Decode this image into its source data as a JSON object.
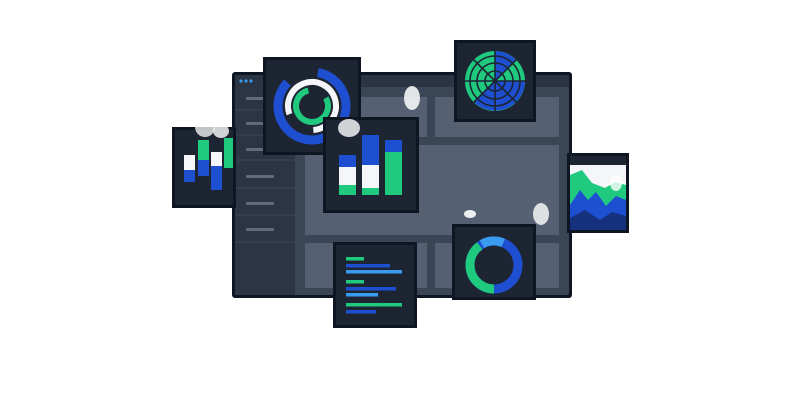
{
  "illustration": {
    "subject": "dashboard-window-with-floating-chart-cards",
    "colors": {
      "outline": "#0e1624",
      "window_frame": "#2f3947",
      "window_body": "#3a4555",
      "panel": "#556172",
      "card_bg": "#1d2533",
      "accent_blue": "#1f4fd1",
      "accent_green": "#1fca7f",
      "accent_light": "#f4f6fa",
      "accent_sky": "#3a9bf0"
    },
    "window": {
      "dots": [
        "dot-1",
        "dot-2",
        "dot-3"
      ],
      "sidebar_rows": 4
    },
    "cards": [
      {
        "name": "radial-progress-card",
        "icon": "radial-progress-chart-icon"
      },
      {
        "name": "polar-chart-card",
        "icon": "polar-area-chart-icon"
      },
      {
        "name": "bar-chart-card",
        "icon": "bar-chart-icon"
      },
      {
        "name": "column-strip-card",
        "icon": "column-strip-chart-icon"
      },
      {
        "name": "area-chart-card",
        "icon": "area-chart-icon"
      },
      {
        "name": "horizontal-bar-card",
        "icon": "horizontal-bar-chart-icon"
      },
      {
        "name": "donut-chart-card",
        "icon": "donut-chart-icon"
      }
    ]
  }
}
